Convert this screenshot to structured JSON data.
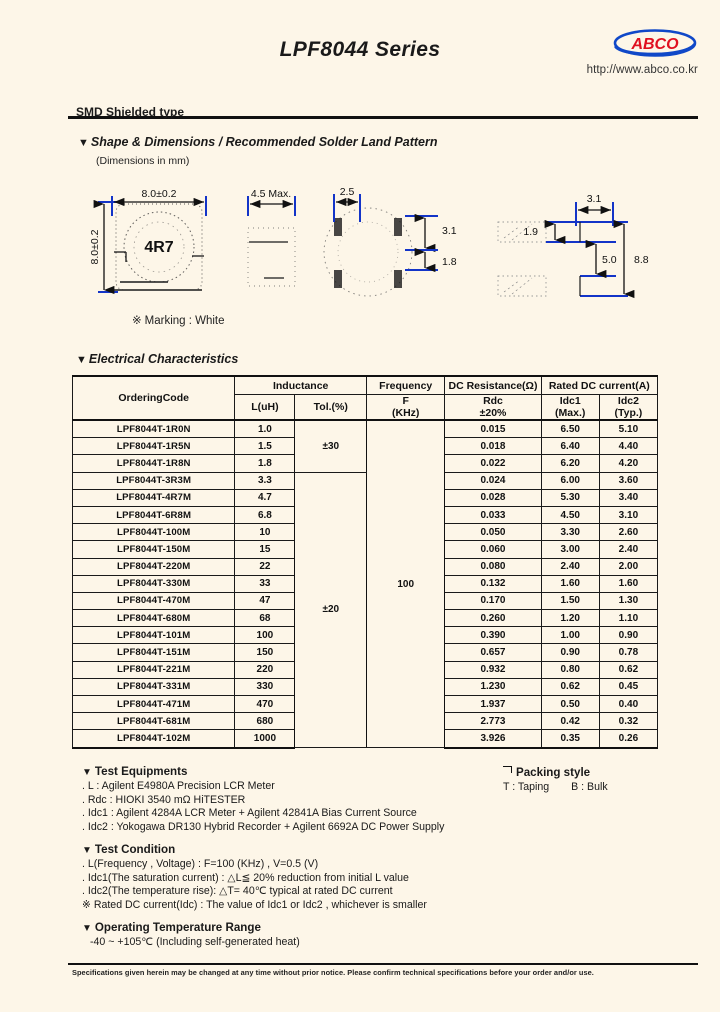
{
  "header": {
    "title": "LPF8044 Series",
    "logo_text": "ABCO",
    "url": "http://www.abco.co.kr",
    "logo_color_red": "#e01020",
    "logo_color_blue": "#1048c8"
  },
  "subtitle": "SMD Shielded type",
  "shape_section": {
    "heading": "Shape & Dimensions / Recommended Solder Land Pattern",
    "dimensions_note": "(Dimensions in mm)",
    "marking_note": "Marking : White",
    "marking_symbol": "※",
    "drawings": {
      "top_view": {
        "width_label": "8.0±0.2",
        "height_label": "8.0±0.2",
        "part_marking": "4R7"
      },
      "side_view": {
        "thickness_label": "4.5 Max."
      },
      "bottom_view": {
        "pad_width_label": "2.5",
        "pad_gap_label": "3.1",
        "pad_height_label": "1.8"
      },
      "land_pattern": {
        "pad_width_label": "3.1",
        "pad_height_label": "1.9",
        "inner_span_label": "5.0",
        "outer_span_label": "8.8"
      }
    }
  },
  "electrical": {
    "heading": "Electrical Characteristics",
    "headers": {
      "ordering_code": "OrderingCode",
      "inductance": "Inductance",
      "l_uh": "L(uH)",
      "tol": "Tol.(%)",
      "frequency": "Frequency",
      "f": "F",
      "khz": "(KHz)",
      "dc_resistance": "DC Resistance(Ω)",
      "rdc": "Rdc",
      "rdc_tol": "±20%",
      "rated_dc": "Rated DC current(A)",
      "idc1": "Idc1",
      "idc1_sub": "(Max.)",
      "idc2": "Idc2",
      "idc2_sub": "(Typ.)"
    },
    "frequency_value": "100",
    "tol_group_1": "±30",
    "tol_group_2": "±20",
    "rows": [
      {
        "code": "LPF8044T-1R0N",
        "l": "1.0",
        "rdc": "0.015",
        "idc1": "6.50",
        "idc2": "5.10"
      },
      {
        "code": "LPF8044T-1R5N",
        "l": "1.5",
        "rdc": "0.018",
        "idc1": "6.40",
        "idc2": "4.40"
      },
      {
        "code": "LPF8044T-1R8N",
        "l": "1.8",
        "rdc": "0.022",
        "idc1": "6.20",
        "idc2": "4.20"
      },
      {
        "code": "LPF8044T-3R3M",
        "l": "3.3",
        "rdc": "0.024",
        "idc1": "6.00",
        "idc2": "3.60"
      },
      {
        "code": "LPF8044T-4R7M",
        "l": "4.7",
        "rdc": "0.028",
        "idc1": "5.30",
        "idc2": "3.40"
      },
      {
        "code": "LPF8044T-6R8M",
        "l": "6.8",
        "rdc": "0.033",
        "idc1": "4.50",
        "idc2": "3.10"
      },
      {
        "code": "LPF8044T-100M",
        "l": "10",
        "rdc": "0.050",
        "idc1": "3.30",
        "idc2": "2.60"
      },
      {
        "code": "LPF8044T-150M",
        "l": "15",
        "rdc": "0.060",
        "idc1": "3.00",
        "idc2": "2.40"
      },
      {
        "code": "LPF8044T-220M",
        "l": "22",
        "rdc": "0.080",
        "idc1": "2.40",
        "idc2": "2.00"
      },
      {
        "code": "LPF8044T-330M",
        "l": "33",
        "rdc": "0.132",
        "idc1": "1.60",
        "idc2": "1.60"
      },
      {
        "code": "LPF8044T-470M",
        "l": "47",
        "rdc": "0.170",
        "idc1": "1.50",
        "idc2": "1.30"
      },
      {
        "code": "LPF8044T-680M",
        "l": "68",
        "rdc": "0.260",
        "idc1": "1.20",
        "idc2": "1.10"
      },
      {
        "code": "LPF8044T-101M",
        "l": "100",
        "rdc": "0.390",
        "idc1": "1.00",
        "idc2": "0.90"
      },
      {
        "code": "LPF8044T-151M",
        "l": "150",
        "rdc": "0.657",
        "idc1": "0.90",
        "idc2": "0.78"
      },
      {
        "code": "LPF8044T-221M",
        "l": "220",
        "rdc": "0.932",
        "idc1": "0.80",
        "idc2": "0.62"
      },
      {
        "code": "LPF8044T-331M",
        "l": "330",
        "rdc": "1.230",
        "idc1": "0.62",
        "idc2": "0.45"
      },
      {
        "code": "LPF8044T-471M",
        "l": "470",
        "rdc": "1.937",
        "idc1": "0.50",
        "idc2": "0.40"
      },
      {
        "code": "LPF8044T-681M",
        "l": "680",
        "rdc": "2.773",
        "idc1": "0.42",
        "idc2": "0.32"
      },
      {
        "code": "LPF8044T-102M",
        "l": "1000",
        "rdc": "3.926",
        "idc1": "0.35",
        "idc2": "0.26"
      }
    ]
  },
  "test_equipments": {
    "heading": "Test Equipments",
    "lines": [
      ". L : Agilent E4980A Precision LCR Meter",
      ". Rdc : HIOKI 3540 mΩ HiTESTER",
      ". Idc1 : Agilent 4284A LCR Meter + Agilent 42841A Bias Current Source",
      ". Idc2 : Yokogawa DR130 Hybrid Recorder + Agilent 6692A DC Power Supply"
    ]
  },
  "packing": {
    "heading": "Packing style",
    "taping": "T : Taping",
    "bulk": "B : Bulk"
  },
  "test_condition": {
    "heading": "Test Condition",
    "lines": [
      ". L(Frequency , Voltage) : F=100 (KHz) , V=0.5 (V)",
      ". Idc1(The saturation current) : △L≦ 20% reduction from initial L value",
      ". Idc2(The temperature rise): △T= 40℃ typical at rated DC current",
      "※ Rated DC current(Idc) : The value of Idc1 or Idc2 , whichever is smaller"
    ]
  },
  "operating_temperature": {
    "heading": "Operating Temperature Range",
    "value": "-40 ~ +105℃ (Including self-generated heat)"
  },
  "footer": "Specifications given herein may be changed at any time without prior notice. Please confirm technical specifications before your order and/or use."
}
